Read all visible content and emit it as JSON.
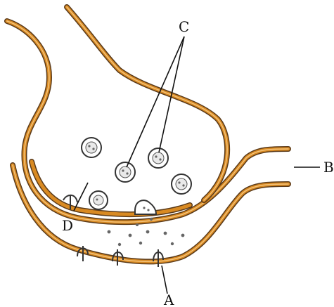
{
  "labels": {
    "A": "A",
    "B": "B",
    "C": "C",
    "D": "D"
  }
}
